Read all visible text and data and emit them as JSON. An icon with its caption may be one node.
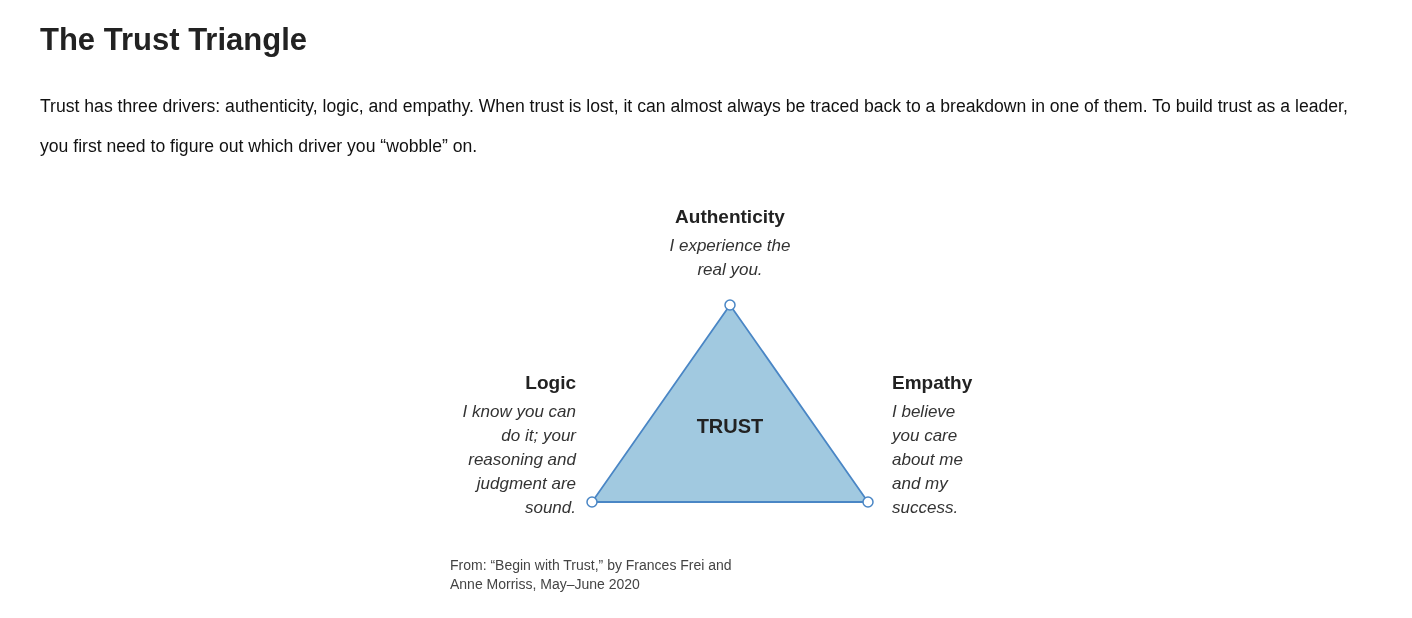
{
  "diagram": {
    "title": "The Trust Triangle",
    "nodes": [
      {
        "text": [
          "TRUST"
        ]
      }
    ],
    "edges": [],
    "labels": [
      "Trust has three drivers: authenticity, logic, and empathy. When trust is lost, it can almost always be traced back to a breakdown in one of them. To build trust as a leader, you first need to figure out which driver you “wobble” on.",
      "Authenticity",
      "I experience the real you.",
      "Logic",
      "I know you can do it; your reasoning and judgment are sound.",
      "Empathy",
      "I believe you care about me and my success."
    ],
    "caption": "From: “Begin with Trust,” by Frances Frei and Anne Morriss, May–June 2020"
  }
}
